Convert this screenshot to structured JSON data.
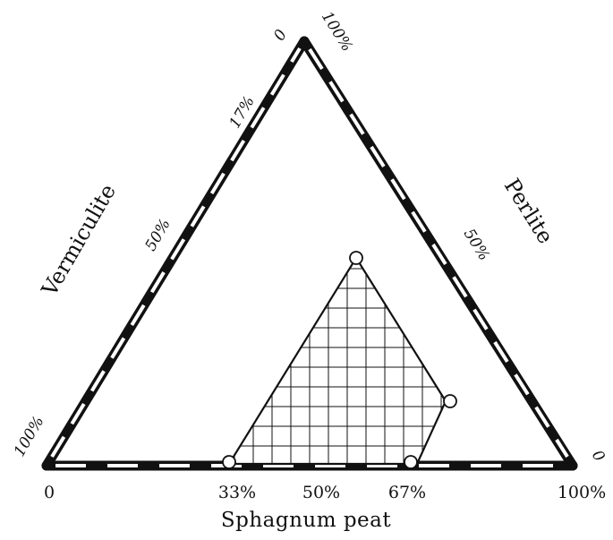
{
  "axes": {
    "left": {
      "name": "Vermiculite",
      "ticks": {
        "top": "0",
        "upper": "17%",
        "middle": "50%",
        "bottom": "100%"
      }
    },
    "right": {
      "name": "Perlite",
      "ticks": {
        "top": "100%",
        "middle": "50%",
        "bottom": "0"
      }
    },
    "bottom": {
      "name": "Sphagnum peat",
      "ticks": {
        "start": "0",
        "t33": "33%",
        "t50": "50%",
        "t67": "67%",
        "end": "100%"
      }
    }
  },
  "colors": {
    "ink": "#111111",
    "paper": "#ffffff"
  }
}
